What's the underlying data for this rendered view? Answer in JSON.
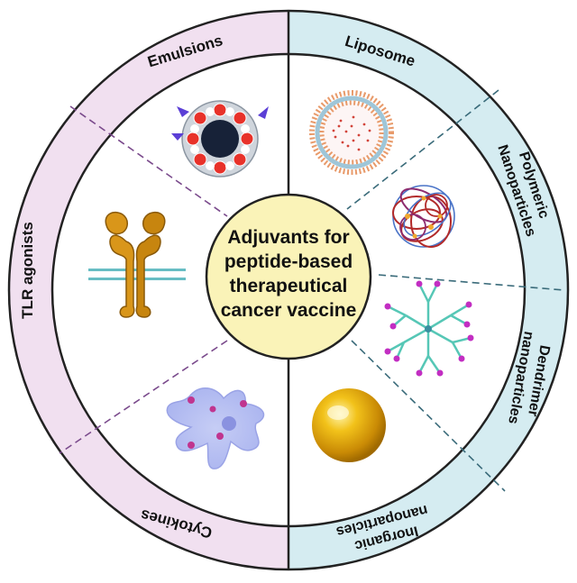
{
  "center": {
    "lines": [
      "Adjuvants for",
      "peptide-based",
      "therapeutical",
      "cancer vaccine"
    ]
  },
  "segments": {
    "emulsions": "Emulsions",
    "liposome": "Liposome",
    "polymeric": [
      "Polymeric",
      "Nanoparticles"
    ],
    "dendrimer": [
      "Dendrimer",
      "nanoparticles"
    ],
    "inorganic": [
      "Inorganic",
      "nanoparticles"
    ],
    "cytokines": "Cytokines",
    "tlr": "TLR agonists"
  },
  "colors": {
    "left_ring": "#f1e0f0",
    "right_ring": "#d5ecf1",
    "center_fill": "#faf3b8",
    "outline": "#222222",
    "left_divider": "#7a4a8c",
    "right_divider": "#3a6b7a"
  },
  "icons": [
    "emulsion-droplet-icon",
    "liposome-icon",
    "polymeric-nanoparticle-icon",
    "dendrimer-icon",
    "gold-nanoparticle-icon",
    "dendritic-cell-icon",
    "tlr-receptor-icon"
  ]
}
